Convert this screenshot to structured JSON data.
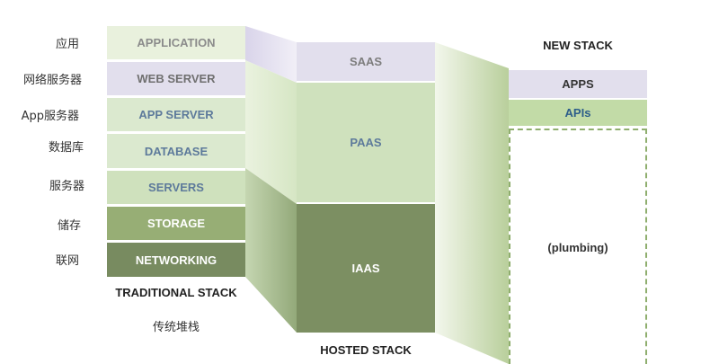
{
  "traditional": {
    "caption": "TRADITIONAL STACK",
    "caption_cn": "传统堆栈",
    "layers": [
      {
        "label": "APPLICATION",
        "cn": "应用",
        "bg": "#e9f1dd",
        "fg": "#8b8b8b"
      },
      {
        "label": "WEB SERVER",
        "cn": "网络服务器",
        "bg": "#e2dfed",
        "fg": "#6f6f6f"
      },
      {
        "label": "APP SERVER",
        "cn": "App服务器",
        "bg": "#dbe9cf",
        "fg": "#5d7a9b"
      },
      {
        "label": "DATABASE",
        "cn": "数据库",
        "bg": "#dbe9cf",
        "fg": "#5d7a9b"
      },
      {
        "label": "SERVERS",
        "cn": "服务器",
        "bg": "#cfe1bd",
        "fg": "#5d7a9b"
      },
      {
        "label": "STORAGE",
        "cn": "储存",
        "bg": "#97ae75",
        "fg": "#ffffff"
      },
      {
        "label": "NETWORKING",
        "cn": "联网",
        "bg": "#788b60",
        "fg": "#ffffff"
      }
    ]
  },
  "hosted": {
    "caption": "HOSTED STACK",
    "layers": [
      {
        "label": "SAAS",
        "bg": "#e2dfed",
        "fg": "#7d7d7d"
      },
      {
        "label": "PAAS",
        "bg": "#cfe1bd",
        "fg": "#5d7a9b"
      },
      {
        "label": "IAAS",
        "bg": "#7c8f62",
        "fg": "#ffffff"
      }
    ]
  },
  "new_stack": {
    "caption": "NEW STACK",
    "apps": {
      "label": "APPS",
      "bg": "#e2dfed",
      "fg": "#333333"
    },
    "apis": {
      "label": "APIs",
      "bg": "#c2dba7",
      "fg": "#2c5d8a"
    },
    "plumbing": {
      "label": "(plumbing)",
      "border": "#8fae6e",
      "fg": "#333333"
    }
  },
  "colors": {
    "connector_light": "#eef4e3",
    "connector_mid": "#d2e3bd",
    "connector_dark": "#a3b88a",
    "connector_purple": "#e6e1f0"
  }
}
